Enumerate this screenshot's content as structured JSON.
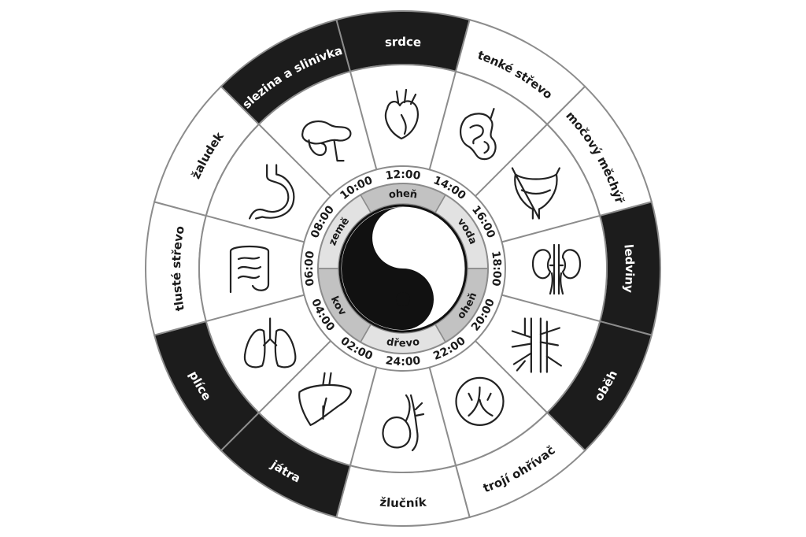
{
  "colors": {
    "dark": "#1c1c1c",
    "line": "#8c8c8c",
    "light_band": "#d6d6d6",
    "paper": "#ffffff"
  },
  "organs": [
    {
      "label": "srdce",
      "dark": true,
      "icon": "heart-icon"
    },
    {
      "label": "tenké střevo",
      "dark": false,
      "icon": "small-intestine-icon"
    },
    {
      "label": "močový měchýř",
      "dark": false,
      "icon": "bladder-icon"
    },
    {
      "label": "ledviny",
      "dark": true,
      "icon": "kidneys-icon"
    },
    {
      "label": "oběh",
      "dark": true,
      "icon": "blood-vessels-icon"
    },
    {
      "label": "trojí ohřívač",
      "dark": false,
      "icon": "fire-symbol-icon"
    },
    {
      "label": "žlučník",
      "dark": false,
      "icon": "gallbladder-icon"
    },
    {
      "label": "játra",
      "dark": true,
      "icon": "liver-icon"
    },
    {
      "label": "plíce",
      "dark": true,
      "icon": "lungs-icon"
    },
    {
      "label": "tlusté střevo",
      "dark": false,
      "icon": "large-intestine-icon"
    },
    {
      "label": "žaludek",
      "dark": false,
      "icon": "stomach-icon"
    },
    {
      "label": "slezina a slinivka",
      "dark": true,
      "icon": "pancreas-icon"
    }
  ],
  "times": [
    "12:00",
    "14:00",
    "16:00",
    "18:00",
    "20:00",
    "22:00",
    "24:00",
    "02:00",
    "04:00",
    "06:00",
    "08:00",
    "10:00"
  ],
  "elements": [
    {
      "label": "oheň",
      "shade": "dark"
    },
    {
      "label": "voda",
      "shade": "light"
    },
    {
      "label": "oheň",
      "shade": "dark"
    },
    {
      "label": "dřevo",
      "shade": "light"
    },
    {
      "label": "kov",
      "shade": "dark"
    },
    {
      "label": "země",
      "shade": "light"
    }
  ],
  "center_icon": "yin-yang-icon"
}
